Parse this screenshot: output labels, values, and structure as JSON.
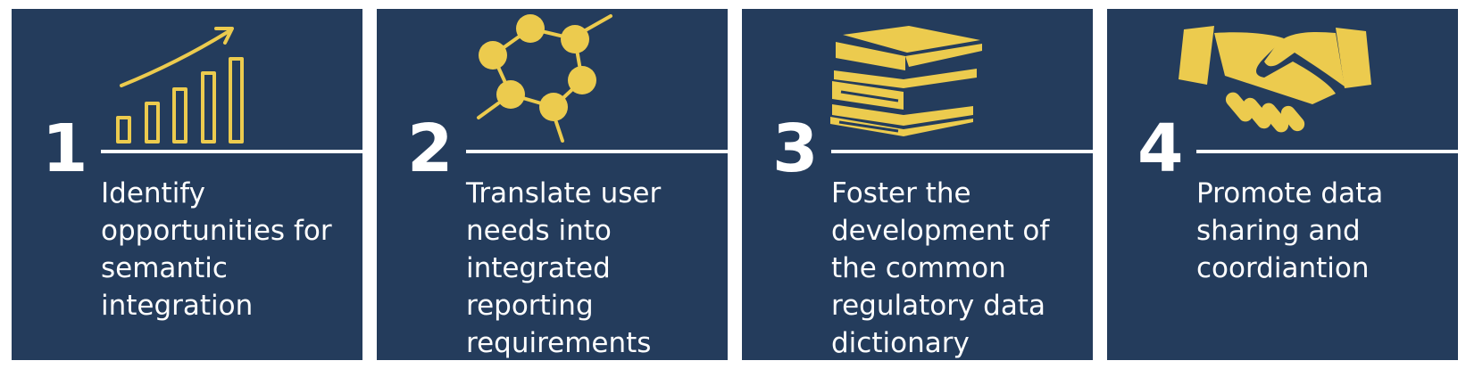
{
  "colors": {
    "card_background": "#243c5c",
    "accent": "#eccb4e",
    "text": "#ffffff",
    "page_background": "#ffffff"
  },
  "steps": [
    {
      "number": "1",
      "icon": "growth-bar-chart-icon",
      "text": "Identify opportunities for semantic integration"
    },
    {
      "number": "2",
      "icon": "molecule-network-icon",
      "text": "Translate user needs into integrated reporting requirements"
    },
    {
      "number": "3",
      "icon": "book-stack-icon",
      "text": "Foster the development of the common regulatory data dictionary"
    },
    {
      "number": "4",
      "icon": "handshake-icon",
      "text": "Promote data sharing and coordiantion"
    }
  ]
}
